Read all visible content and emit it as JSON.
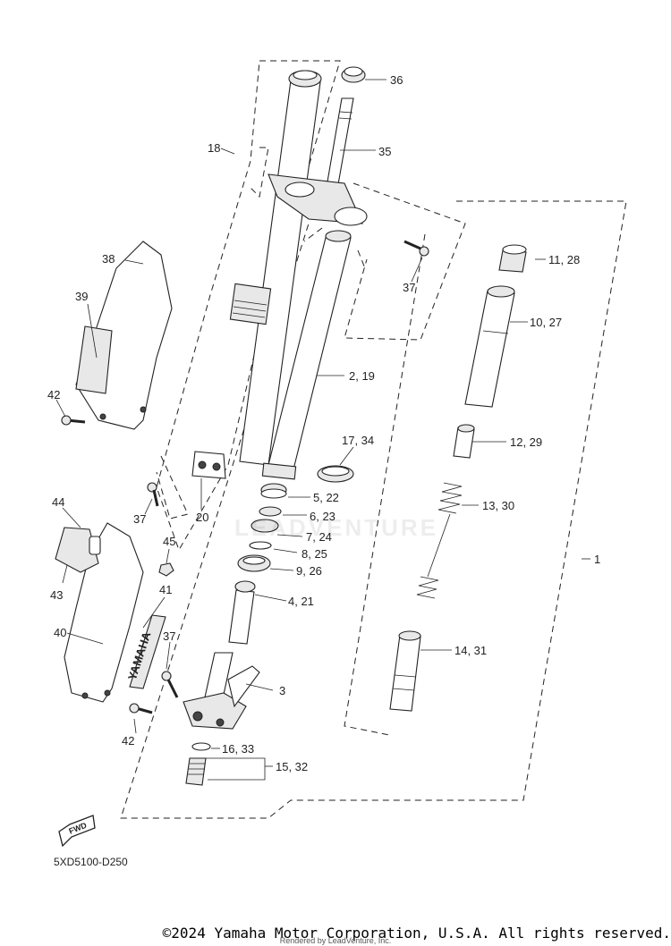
{
  "diagram_code": "5XD5100-D250",
  "fwd_label": "FWD",
  "brand_text": "YAMAHA",
  "watermark": "LEADVENTURE",
  "rendered_by": "Rendered by LeadVenture, Inc.",
  "copyright": "©2024 Yamaha Motor Corporation, U.S.A. All rights reserved.",
  "callouts": {
    "c1": "1",
    "c2_19": "2, 19",
    "c3": "3",
    "c4_21": "4, 21",
    "c5_22": "5, 22",
    "c6_23": "6, 23",
    "c7_24": "7, 24",
    "c8_25": "8, 25",
    "c9_26": "9, 26",
    "c10_27": "10, 27",
    "c11_28": "11, 28",
    "c12_29": "12, 29",
    "c13_30": "13, 30",
    "c14_31": "14, 31",
    "c15_32": "15, 32",
    "c16_33": "16, 33",
    "c17_34": "17, 34",
    "c18": "18",
    "c20": "20",
    "c35": "35",
    "c36": "36",
    "c37_a": "37",
    "c37_b": "37",
    "c37_c": "37",
    "c38": "38",
    "c39": "39",
    "c40": "40",
    "c41": "41",
    "c42_a": "42",
    "c42_b": "42",
    "c43": "43",
    "c44": "44",
    "c45": "45"
  }
}
